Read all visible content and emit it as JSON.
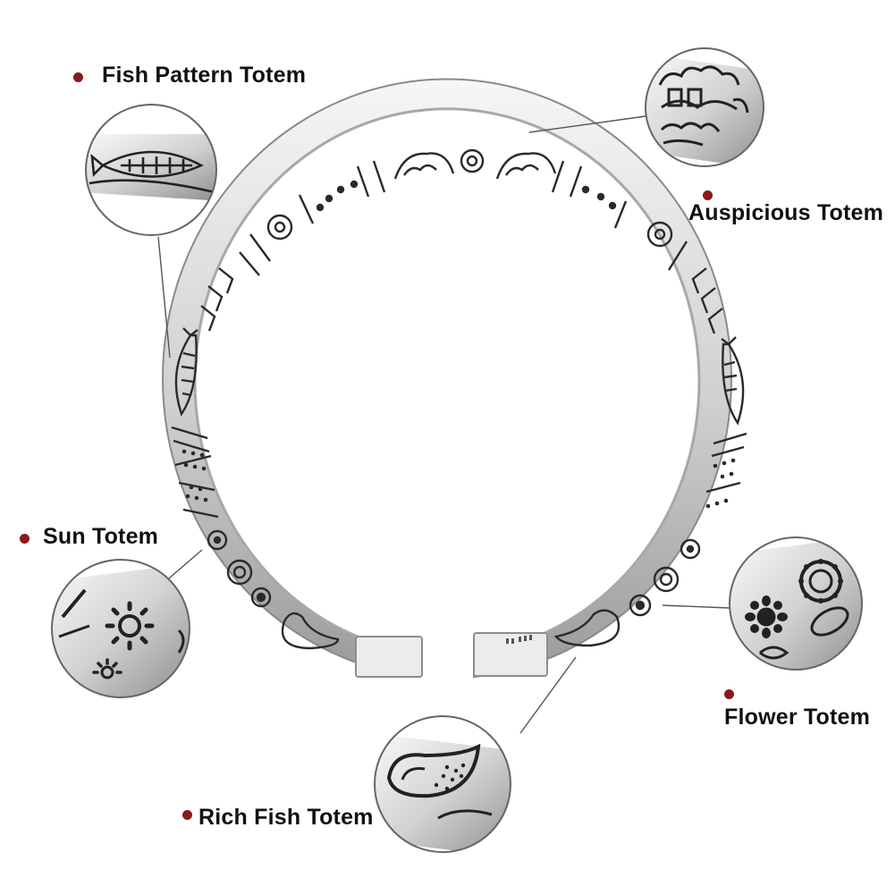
{
  "colors": {
    "bullet": "#8b1a1a",
    "silver_light": "#f2f2f2",
    "silver_mid": "#c9c9c9",
    "silver_dark": "#6e6e6e",
    "engraving": "#2a2a2a",
    "leader_line": "#555555"
  },
  "labels": {
    "fish_pattern": "Fish Pattern Totem",
    "auspicious": "Auspicious Totem",
    "sun": "Sun Totem",
    "flower": "Flower Totem",
    "rich_fish": "Rich Fish Totem"
  },
  "icons": {
    "fish_pattern": "fish-icon",
    "auspicious": "auspicious-cloud-icon",
    "sun": "sun-icon",
    "flower": "flower-icon",
    "rich_fish": "paisley-fish-icon"
  }
}
